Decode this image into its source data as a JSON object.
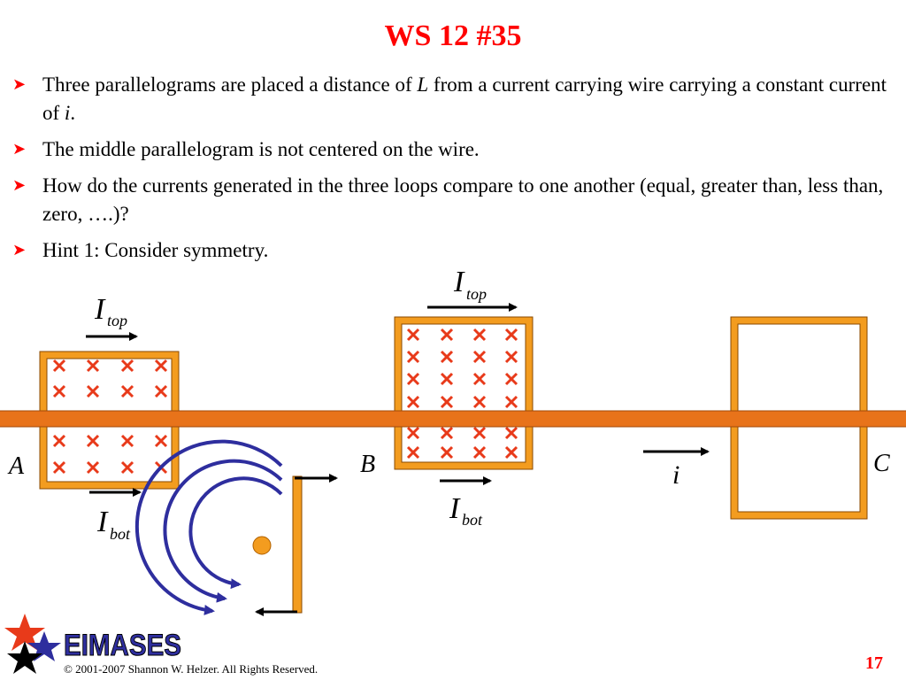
{
  "title": "WS 12 #35",
  "bullets": {
    "b1": {
      "pre": "Three parallelograms are placed a distance of ",
      "var": "L",
      "post": " from a current carrying wire carrying a constant current of ",
      "var2": "i",
      "end": "."
    },
    "b2": "The middle parallelogram is not centered on the wire.",
    "b3": "How do the currents generated in the three loops compare to one another (equal, greater than, less than, zero, ….)?",
    "b4": "Hint 1: Consider symmetry."
  },
  "diagram": {
    "loop_labels": {
      "a": "A",
      "b": "B",
      "c": "C"
    },
    "current_symbol": "i",
    "current_labels": {
      "I": "I",
      "top": "top",
      "bot": "bot"
    },
    "colors": {
      "loop": "#f39c1f",
      "wire": "#e8731a",
      "field_x": "#e83a1a",
      "field_arc": "#2e2e9e",
      "arrow": "#000000"
    }
  },
  "logo": {
    "text": "EIMASES"
  },
  "footer": "© 2001-2007 Shannon W. Helzer.  All Rights Reserved.",
  "page_number": "17"
}
